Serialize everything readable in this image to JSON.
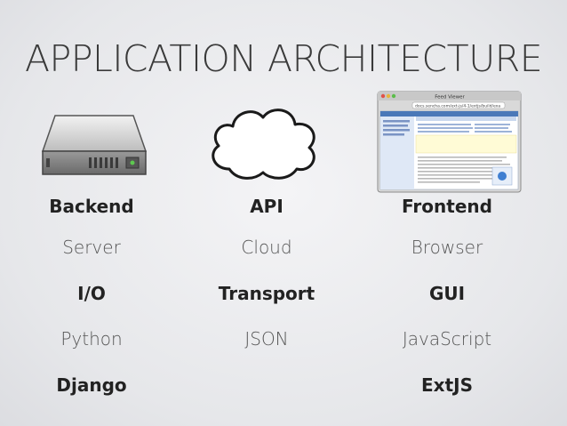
{
  "title": "APPLICATION ARCHITECTURE",
  "columns": [
    {
      "header": "Backend",
      "place": "Server",
      "role": "I/O",
      "language": "Python",
      "framework": "Django",
      "icon": "server-icon"
    },
    {
      "header": "API",
      "place": "Cloud",
      "role": "Transport",
      "language": "JSON",
      "framework": "",
      "icon": "cloud-icon"
    },
    {
      "header": "Frontend",
      "place": "Browser",
      "role": "GUI",
      "language": "JavaScript",
      "framework": "ExtJS",
      "icon": "browser-window-icon"
    }
  ],
  "browser_window": {
    "title": "Feed Viewer",
    "url": "docs.sencha.com/ext-js/4-1/extjs/build/exa"
  }
}
